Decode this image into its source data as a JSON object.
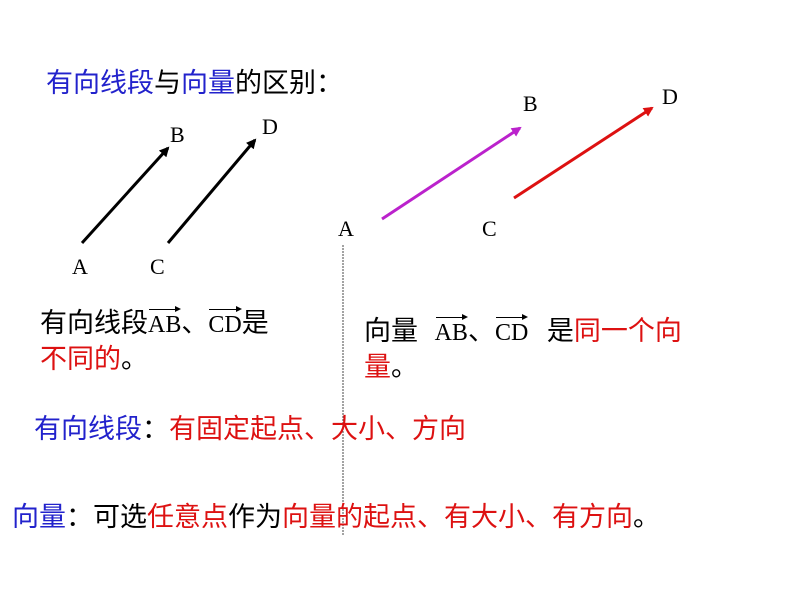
{
  "title": {
    "part1": "有向线段",
    "part2": "与",
    "part3": "向量",
    "part4": "的区别："
  },
  "left_diagram": {
    "labels": {
      "A": "A",
      "B": "B",
      "C": "C",
      "D": "D"
    },
    "arrow_color": "#000000"
  },
  "right_diagram": {
    "labels": {
      "A": "A",
      "B": "B",
      "C": "C",
      "D": "D"
    },
    "arrow_ab_color": "#bb22cc",
    "arrow_cd_color": "#dd1111"
  },
  "left_statement": {
    "prefix": "有向线段",
    "vec1": "AB",
    "sep": "、",
    "vec2": "CD",
    "suffix": "是",
    "line2": "不同的",
    "period": "。"
  },
  "right_statement": {
    "prefix": "向量",
    "vec1": "AB",
    "sep": "、",
    "vec2": "CD",
    "mid": "是",
    "highlight": "同一个向",
    "line2_highlight": "量",
    "period": "。"
  },
  "definition_segment": {
    "term": "有向线段",
    "colon": "：",
    "desc": "有固定起点、大小、方向"
  },
  "definition_vector": {
    "term": "向量",
    "colon": "：可选",
    "highlight1": "任意点",
    "mid": "作为",
    "highlight2": "向量的起点、有大小、有方向",
    "end": "。"
  },
  "colors": {
    "blue": "#2222cc",
    "red": "#dd1111",
    "purple": "#bb22cc",
    "divider": "#666666"
  }
}
